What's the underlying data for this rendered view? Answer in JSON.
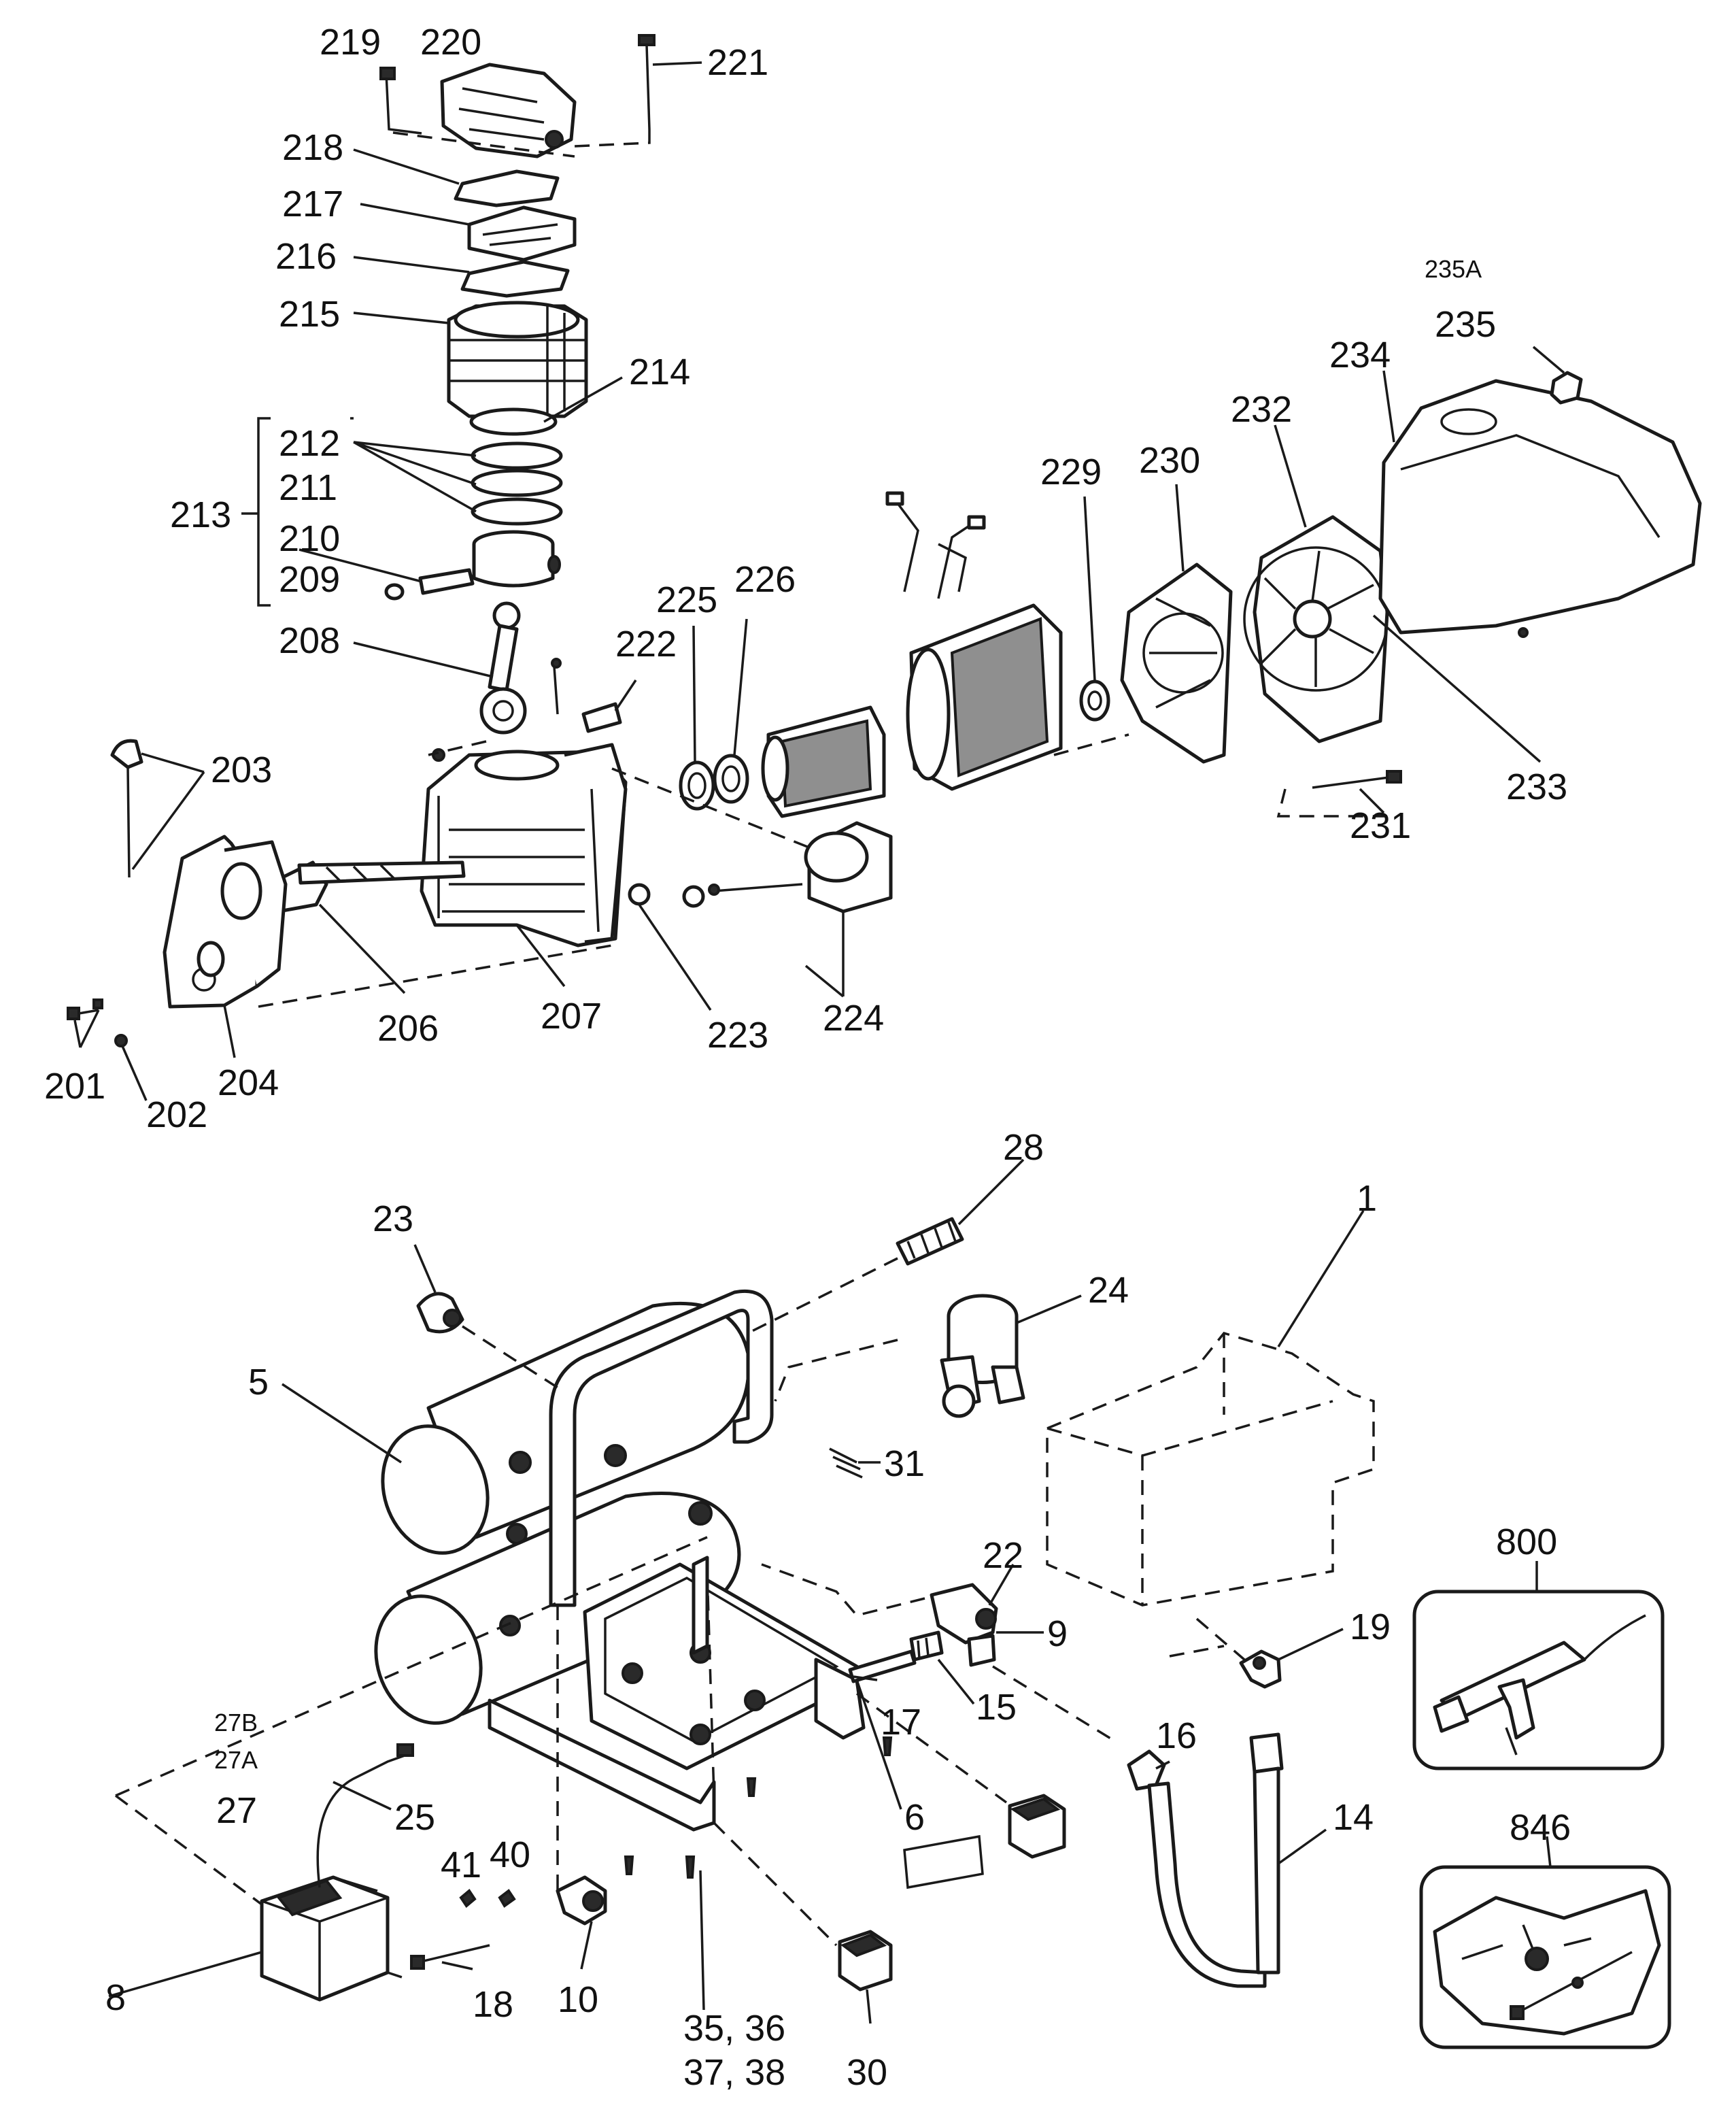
{
  "colors": {
    "line": "#1a1a1a",
    "background": "#ffffff"
  },
  "callouts": [
    {
      "id": "219",
      "text": "219"
    },
    {
      "id": "220",
      "text": "220"
    },
    {
      "id": "221",
      "text": "221"
    },
    {
      "id": "218",
      "text": "218"
    },
    {
      "id": "217",
      "text": "217"
    },
    {
      "id": "216",
      "text": "216"
    },
    {
      "id": "215",
      "text": "215"
    },
    {
      "id": "214",
      "text": "214"
    },
    {
      "id": "212",
      "text": "212"
    },
    {
      "id": "211",
      "text": "211"
    },
    {
      "id": "213",
      "text": "213"
    },
    {
      "id": "210",
      "text": "210"
    },
    {
      "id": "209",
      "text": "209"
    },
    {
      "id": "208",
      "text": "208"
    },
    {
      "id": "222",
      "text": "222"
    },
    {
      "id": "225",
      "text": "225"
    },
    {
      "id": "226",
      "text": "226"
    },
    {
      "id": "203",
      "text": "203"
    },
    {
      "id": "206",
      "text": "206"
    },
    {
      "id": "207",
      "text": "207"
    },
    {
      "id": "223",
      "text": "223"
    },
    {
      "id": "224",
      "text": "224"
    },
    {
      "id": "201",
      "text": "201"
    },
    {
      "id": "202",
      "text": "202"
    },
    {
      "id": "204",
      "text": "204"
    },
    {
      "id": "235A",
      "text": "235A"
    },
    {
      "id": "235",
      "text": "235"
    },
    {
      "id": "234",
      "text": "234"
    },
    {
      "id": "232",
      "text": "232"
    },
    {
      "id": "229",
      "text": "229"
    },
    {
      "id": "230",
      "text": "230"
    },
    {
      "id": "233",
      "text": "233"
    },
    {
      "id": "231",
      "text": "231"
    },
    {
      "id": "28",
      "text": "28"
    },
    {
      "id": "23",
      "text": "23"
    },
    {
      "id": "24",
      "text": "24"
    },
    {
      "id": "1",
      "text": "1"
    },
    {
      "id": "5",
      "text": "5"
    },
    {
      "id": "31",
      "text": "31"
    },
    {
      "id": "22",
      "text": "22"
    },
    {
      "id": "9",
      "text": "9"
    },
    {
      "id": "800",
      "text": "800"
    },
    {
      "id": "19",
      "text": "19"
    },
    {
      "id": "17",
      "text": "17"
    },
    {
      "id": "15",
      "text": "15"
    },
    {
      "id": "16",
      "text": "16"
    },
    {
      "id": "27B",
      "text": "27B"
    },
    {
      "id": "27A",
      "text": "27A"
    },
    {
      "id": "27",
      "text": "27"
    },
    {
      "id": "25",
      "text": "25"
    },
    {
      "id": "6",
      "text": "6"
    },
    {
      "id": "14",
      "text": "14"
    },
    {
      "id": "846",
      "text": "846"
    },
    {
      "id": "41",
      "text": "41"
    },
    {
      "id": "40",
      "text": "40"
    },
    {
      "id": "8",
      "text": "8"
    },
    {
      "id": "18",
      "text": "18"
    },
    {
      "id": "10",
      "text": "10"
    },
    {
      "id": "35_36",
      "text": "35, 36"
    },
    {
      "id": "37_38",
      "text": "37, 38"
    },
    {
      "id": "30",
      "text": "30"
    }
  ]
}
